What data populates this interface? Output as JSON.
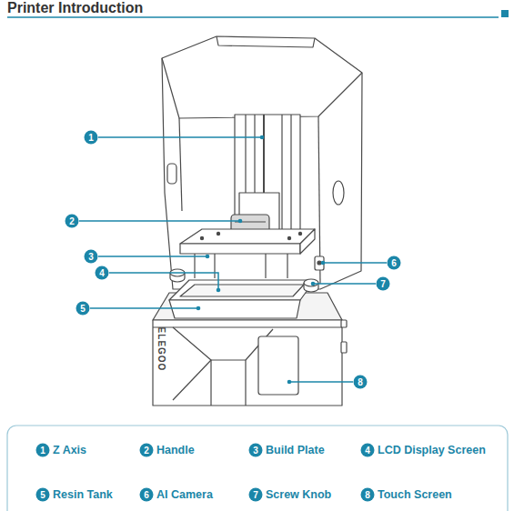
{
  "diagram": {
    "title": "Printer Introduction",
    "labels": [
      "1",
      "2",
      "3",
      "4",
      "5",
      "6",
      "7",
      "8",
      "ELEGOO",
      "1",
      "Z Axis",
      "2",
      "Handle",
      "3",
      "Build Plate",
      "4",
      "LCD Display Screen",
      "5",
      "Resin Tank",
      "6",
      "AI Camera",
      "7",
      "Screw Knob",
      "8",
      "Touch Screen"
    ]
  }
}
